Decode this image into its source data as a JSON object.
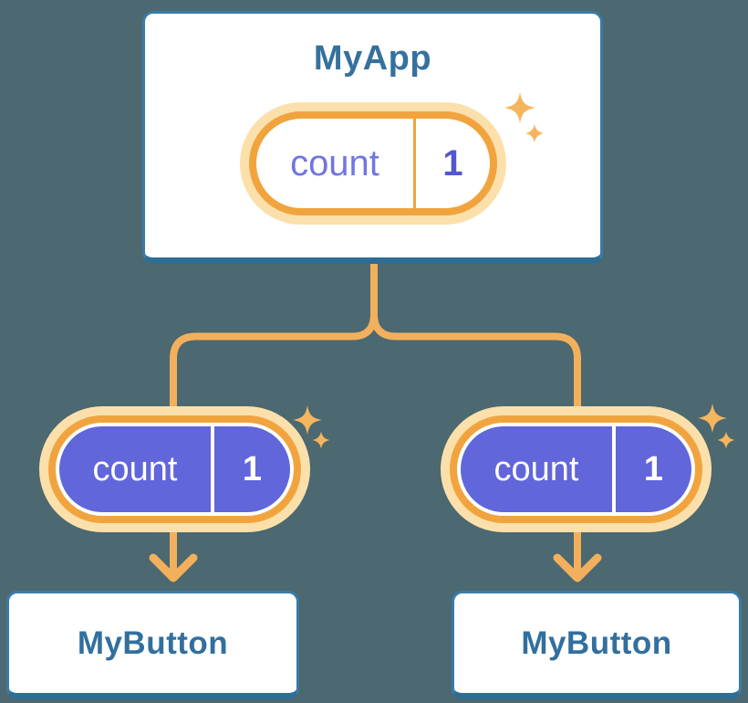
{
  "root_card": {
    "title": "MyApp",
    "state_name": "count",
    "state_value": "1"
  },
  "left_pill": {
    "state_name": "count",
    "state_value": "1"
  },
  "right_pill": {
    "state_name": "count",
    "state_value": "1"
  },
  "left_card": {
    "title": "MyButton"
  },
  "right_card": {
    "title": "MyButton"
  },
  "icons": {
    "sparkle": "sparkles-icon",
    "arrow": "arrow-down-icon"
  },
  "colors": {
    "background": "#4C6870",
    "card_bg": "#FFFFFF",
    "card_border": "#3A7BA6",
    "card_shadow": "#2E6D94",
    "title_text": "#35719D",
    "button_text": "#316F9F",
    "connector": "#F3B05C",
    "pill_ring": "#F1A43E",
    "pill_glow": "#FCE0AB",
    "sparkle": "#F5B55F",
    "capsule_purple": "#6166DB",
    "state_name_purple": "#7276E0",
    "state_value_purple": "#5457CE",
    "capsule_text": "#FFFFFF"
  }
}
